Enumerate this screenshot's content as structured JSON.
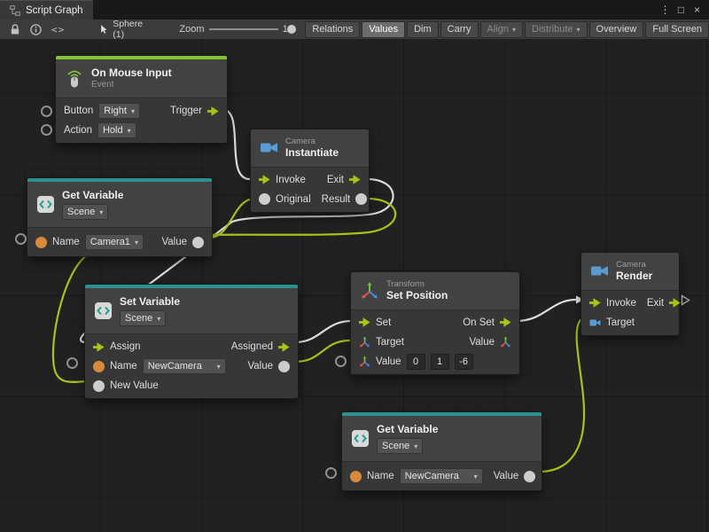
{
  "window": {
    "tab": "Script Graph"
  },
  "icons": {
    "caret_down": "▾",
    "menu": "⋮",
    "maximize": "□",
    "close": "×",
    "code": "<>"
  },
  "toolbar": {
    "selection": "Sphere (1)",
    "zoom_label": "Zoom",
    "zoom_value": "1x",
    "buttons": [
      "Relations",
      "Values",
      "Dim",
      "Carry",
      "Align",
      "Distribute",
      "Overview",
      "Full Screen"
    ],
    "active_button": "Values",
    "disabled_buttons": [
      "Align",
      "Distribute"
    ]
  },
  "colors": {
    "canvas_bg": "#212121",
    "event_accent_green": "#7ec636",
    "variable_accent_teal": "#2e8f8f",
    "flow_port_green": "#a9c414",
    "wire_green": "#a5c31b",
    "wire_white": "#dcdcdc",
    "string_port_orange": "#d98a3c",
    "camera_icon_blue": "#5b9bd5"
  },
  "nodes": {
    "on_mouse_input": {
      "title": "On Mouse Input",
      "subtitle": "Event",
      "button_label": "Button",
      "button_value": "Right",
      "trigger_label": "Trigger",
      "action_label": "Action",
      "action_value": "Hold"
    },
    "camera_instantiate": {
      "category": "Camera",
      "title": "Instantiate",
      "invoke_label": "Invoke",
      "exit_label": "Exit",
      "original_label": "Original",
      "result_label": "Result"
    },
    "get_variable_top": {
      "title": "Get Variable",
      "scope_value": "Scene",
      "name_label": "Name",
      "name_value": "Camera1",
      "value_label": "Value"
    },
    "set_variable": {
      "title": "Set Variable",
      "scope_value": "Scene",
      "assign_label": "Assign",
      "assigned_label": "Assigned",
      "name_label": "Name",
      "name_value": "NewCamera",
      "value_label": "Value",
      "new_value_label": "New Value"
    },
    "transform_set_position": {
      "category": "Transform",
      "title": "Set Position",
      "set_label": "Set",
      "on_set_label": "On Set",
      "target_label": "Target",
      "value_out_label": "Value",
      "value_in_label": "Value",
      "x": "0",
      "y": "1",
      "z": "-6"
    },
    "camera_render": {
      "category": "Camera",
      "title": "Render",
      "invoke_label": "Invoke",
      "exit_label": "Exit",
      "target_label": "Target"
    },
    "get_variable_bottom": {
      "title": "Get Variable",
      "scope_value": "Scene",
      "name_label": "Name",
      "name_value": "NewCamera",
      "value_label": "Value"
    }
  }
}
